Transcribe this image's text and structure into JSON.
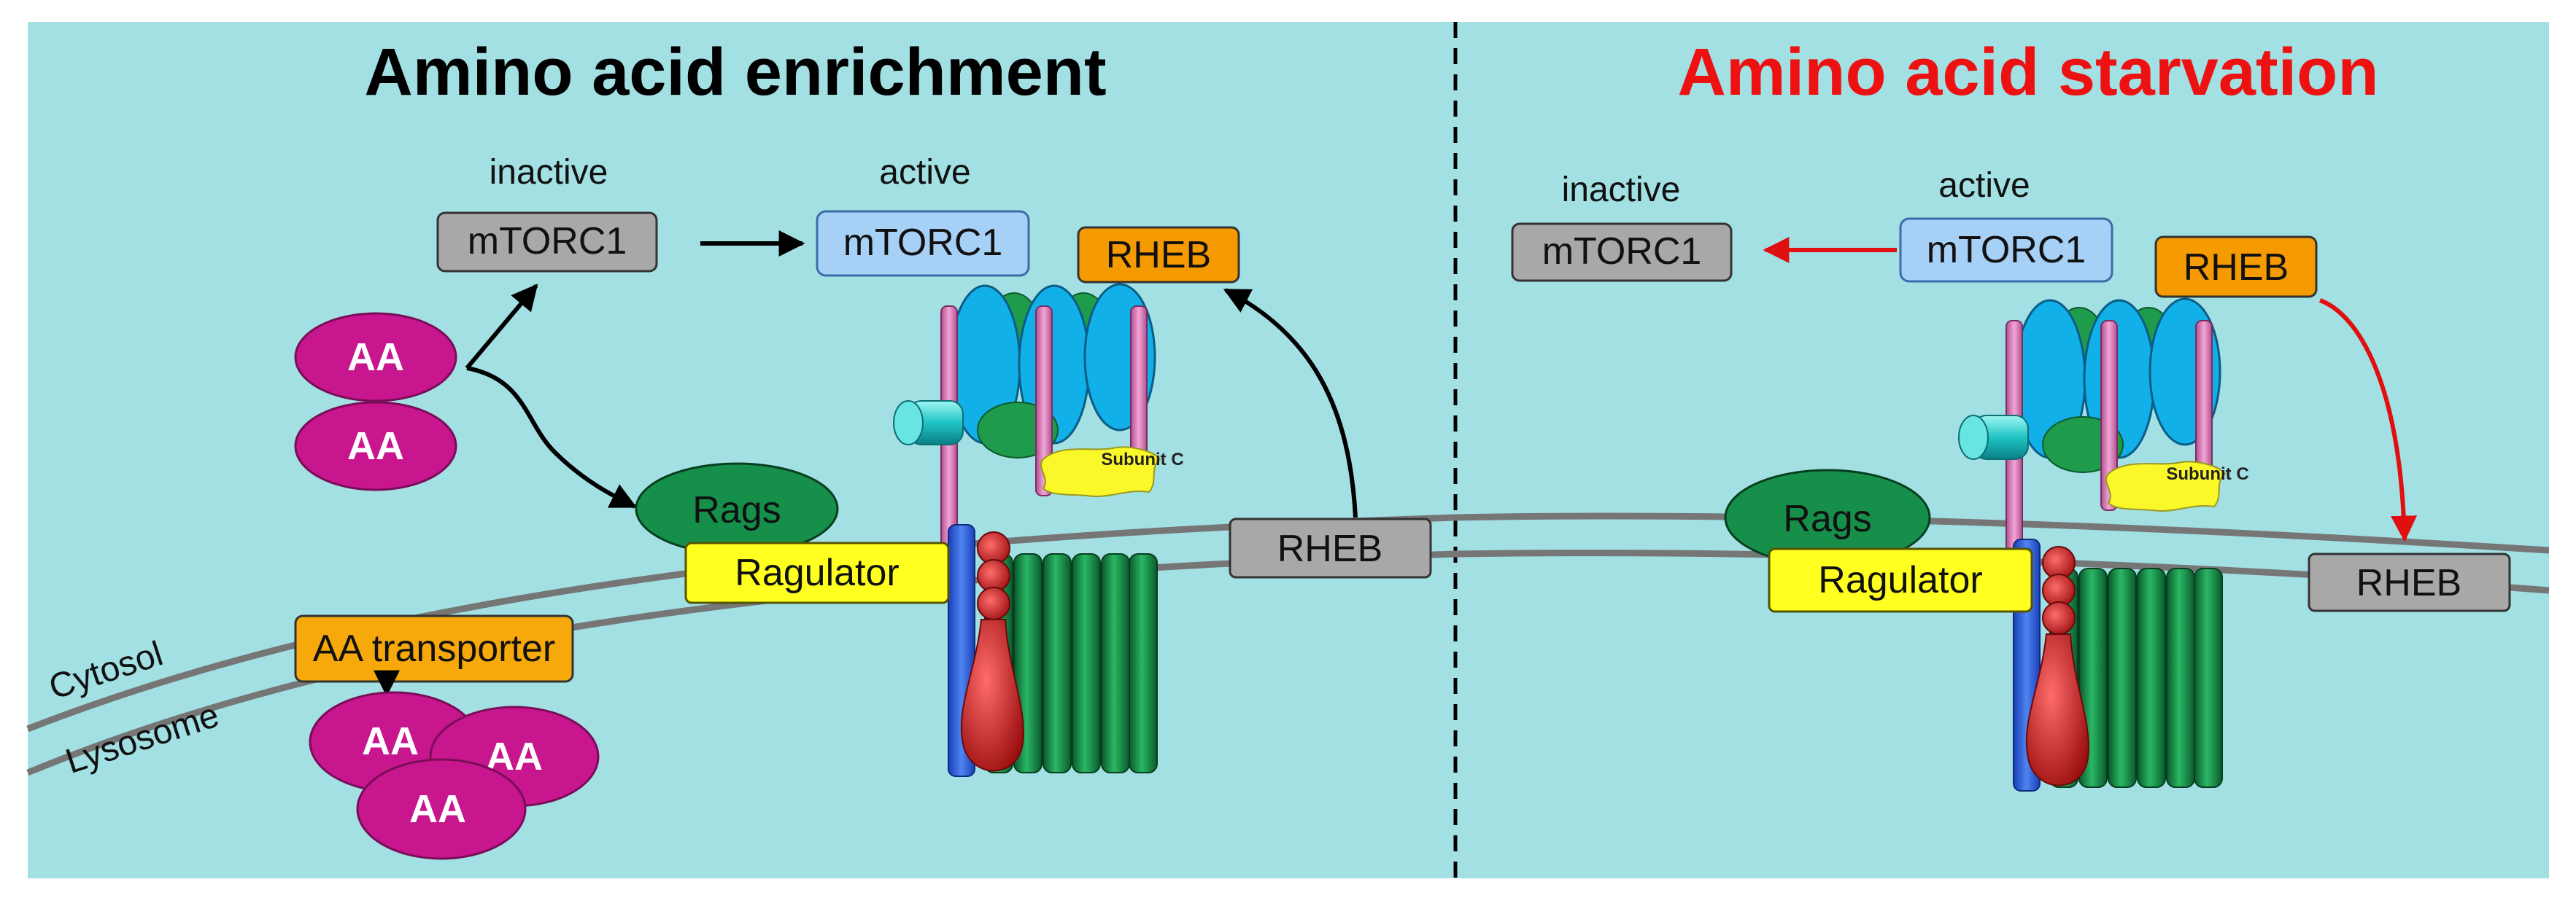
{
  "colors": {
    "panel_bg": "#a2e0e3",
    "grey_box": "#a8a8a8",
    "blue_box": "#a7d0f7",
    "orange_box": "#f59a00",
    "yellow_box": "#ffff20",
    "rags_green": "#168f4a",
    "aa_magenta": "#c7168e",
    "red_text": "#ee1111",
    "membrane": "#7a7a7a"
  },
  "left": {
    "title": "Amino acid enrichment",
    "inactive_label": "inactive",
    "active_label": "active",
    "mtorc1_inactive": "mTORC1",
    "mtorc1_active": "mTORC1",
    "rheb_top": "RHEB",
    "rheb_membrane": "RHEB",
    "subunit_c": "Subunit C",
    "rags": "Rags",
    "ragulator": "Ragulator",
    "aa_transporter": "AA transporter",
    "aa": "AA",
    "cytosol": "Cytosol",
    "lysosome": "Lysosome"
  },
  "right": {
    "title": "Amino acid starvation",
    "inactive_label": "inactive",
    "active_label": "active",
    "mtorc1_inactive": "mTORC1",
    "mtorc1_active": "mTORC1",
    "rheb_top": "RHEB",
    "rheb_membrane": "RHEB",
    "subunit_c": "Subunit C",
    "rags": "Rags",
    "ragulator": "Ragulator"
  }
}
